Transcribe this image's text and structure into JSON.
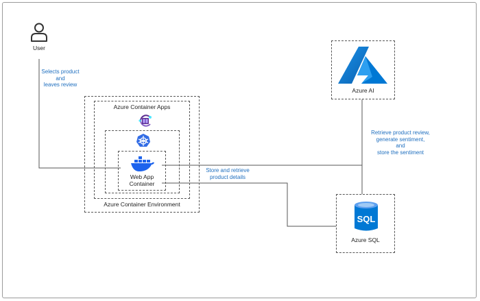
{
  "user": {
    "label": "User"
  },
  "notes": {
    "user_action": [
      "Selects product",
      "and",
      "leaves review"
    ],
    "store_retrieve": [
      "Store and retrieve",
      "product details"
    ],
    "ai_flow": [
      "Retrieve product review,",
      "generate sentiment,",
      "and",
      "store the sentiment"
    ]
  },
  "containers": {
    "apps": "Azure Container Apps",
    "environment": "Azure Container Environment",
    "webapp": [
      "Web App",
      "Container"
    ]
  },
  "services": {
    "ai": "Azure AI",
    "sql": "Azure SQL",
    "sql_logo_text": "SQL"
  },
  "colors": {
    "connector": "#555555",
    "note_text": "#1f6fbf",
    "azure_blue": "#0078d4",
    "docker_blue": "#1d63ed",
    "kubernetes_blue": "#326ce5",
    "container_apps_purple": "#5c2d91"
  },
  "icons": {
    "user": "person-outline-icon",
    "container_apps": "azure-container-apps-icon",
    "kubernetes": "kubernetes-wheel-icon",
    "docker": "docker-whale-icon",
    "ai": "azure-logo-icon",
    "sql": "sql-database-icon"
  }
}
